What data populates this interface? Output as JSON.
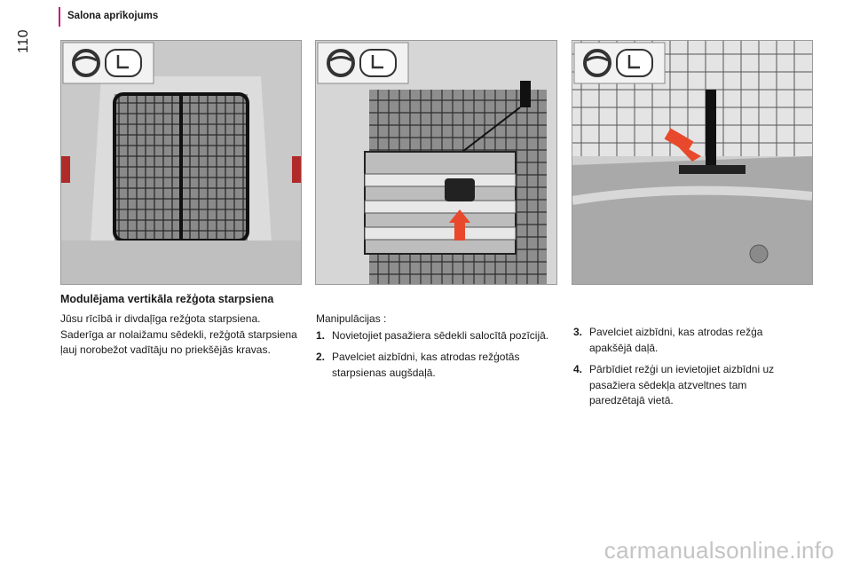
{
  "header": {
    "section_title": "Salona aprīkojums",
    "page_number": "110",
    "accent_color": "#c8177a"
  },
  "photos": [
    {
      "icon": "steering-wheel-icon",
      "icon2": "seat-icon"
    },
    {
      "icon": "steering-wheel-icon",
      "icon2": "seat-icon"
    },
    {
      "icon": "steering-wheel-icon",
      "icon2": "seat-icon"
    }
  ],
  "content": {
    "heading": "Modulējama vertikāla režģota starpsiena",
    "intro": "Jūsu rīcībā ir divdaļīga režģota starpsiena. Saderīga ar nolaižamu sēdekli, režģotā starpsiena ļauj norobežot vadītāju no priekšējās kravas.",
    "steps_label": "Manipulācijas :",
    "steps": [
      {
        "num": "1.",
        "text": "Novietojiet pasažiera sēdekli salocītā pozīcijā."
      },
      {
        "num": "2.",
        "text": "Pavelciet aizbīdni, kas atrodas režģotās starpsienas augšdaļā."
      },
      {
        "num": "3.",
        "text": "Pavelciet aizbīdni, kas atrodas režģa apakšējā daļā."
      },
      {
        "num": "4.",
        "text": "Pārbīdiet režģi un ievietojiet aizbīdni uz pasažiera sēdekļa atzveltnes tam paredzētajā vietā."
      }
    ]
  },
  "watermark": "carmanualsonline.info"
}
